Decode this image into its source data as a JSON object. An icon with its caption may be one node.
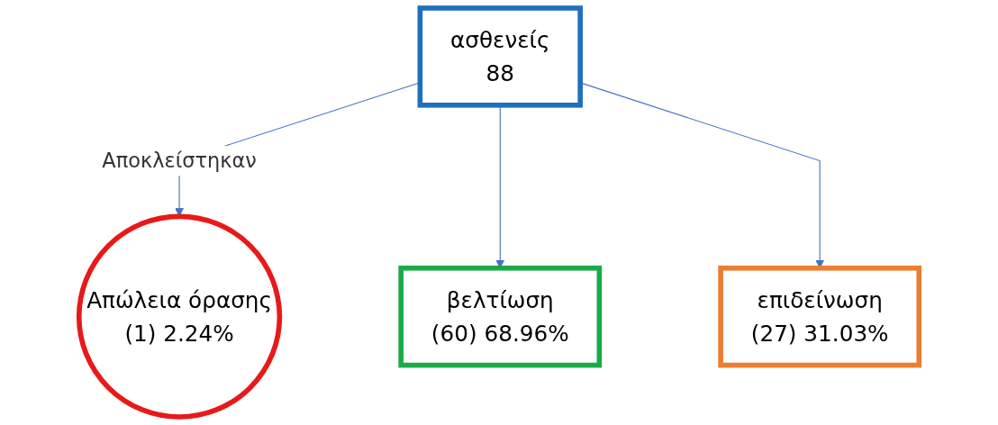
{
  "diagram": {
    "nodes": [
      {
        "text": [
          "ασθενείς",
          "88"
        ]
      },
      {
        "text": [
          "Απώλεια όρασης",
          "(1) 2.24%"
        ]
      },
      {
        "text": [
          "βελτίωση",
          "(60) 68.96%"
        ]
      },
      {
        "text": [
          "επιδείνωση",
          "(27) 31.03%"
        ]
      }
    ],
    "edges": [
      {
        "from": 0,
        "to": 1,
        "arrow": "to",
        "label": "Αποκλείστηκαν"
      },
      {
        "from": 0,
        "to": 2,
        "arrow": "to"
      },
      {
        "from": 0,
        "to": 3,
        "arrow": "to"
      }
    ]
  }
}
